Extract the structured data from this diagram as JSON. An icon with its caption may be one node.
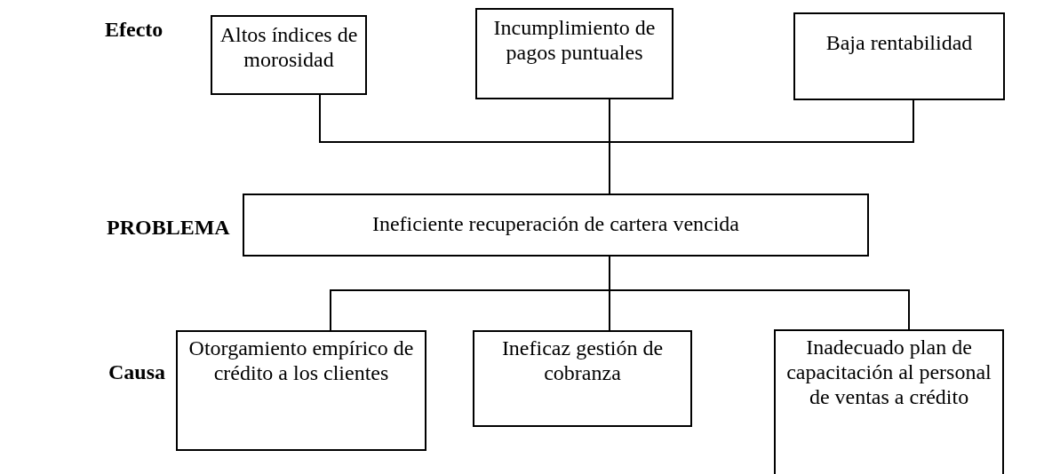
{
  "diagram": {
    "nodes": [
      {
        "text": [
          "Altos índices de morosidad"
        ]
      },
      {
        "text": [
          "Incumplimiento de pagos puntuales"
        ]
      },
      {
        "text": [
          "Baja rentabilidad"
        ]
      },
      {
        "text": [
          "Ineficiente recuperación de cartera vencida"
        ]
      },
      {
        "text": [
          "Otorgamiento empírico de crédito a los clientes"
        ]
      },
      {
        "text": [
          "Ineficaz gestión de cobranza"
        ]
      },
      {
        "text": [
          "Inadecuado plan de capacitación al personal de ventas a crédito"
        ]
      }
    ],
    "edges": [
      {
        "from": 0,
        "to": 3,
        "arrow": "none"
      },
      {
        "from": 1,
        "to": 3,
        "arrow": "none"
      },
      {
        "from": 2,
        "to": 3,
        "arrow": "none"
      },
      {
        "from": 3,
        "to": 4,
        "arrow": "none"
      },
      {
        "from": 3,
        "to": 5,
        "arrow": "none"
      },
      {
        "from": 3,
        "to": 6,
        "arrow": "none"
      }
    ],
    "labels": [
      "Efecto",
      "PROBLEMA",
      "Causa"
    ]
  }
}
